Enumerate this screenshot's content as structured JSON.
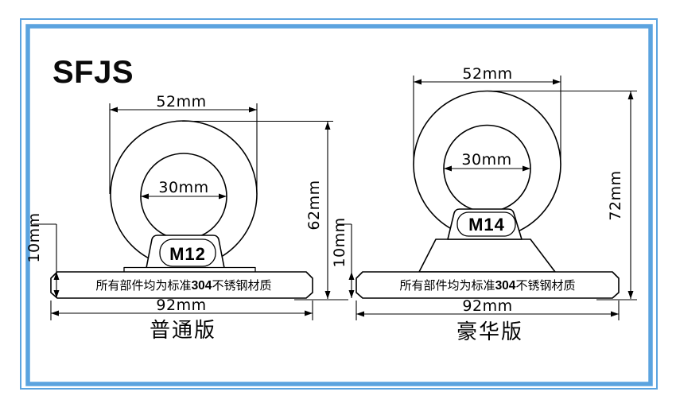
{
  "page": {
    "title": "SFJS",
    "border_color": "#5BA3DF"
  },
  "material_note": {
    "prefix": "所有部件均为标准",
    "bold": "304",
    "suffix": "不锈钢材质"
  },
  "left_drawing": {
    "variant_label": "普通版",
    "model": "M12",
    "dims": {
      "ring_outer_width": "52mm",
      "ring_inner_diameter": "30mm",
      "overall_height": "62mm",
      "base_height": "10mm",
      "base_width": "92mm"
    }
  },
  "right_drawing": {
    "variant_label": "豪华版",
    "model": "M14",
    "dims": {
      "ring_outer_width": "52mm",
      "ring_inner_diameter": "30mm",
      "overall_height": "72mm",
      "base_height": "10mm",
      "base_width": "92mm"
    }
  }
}
